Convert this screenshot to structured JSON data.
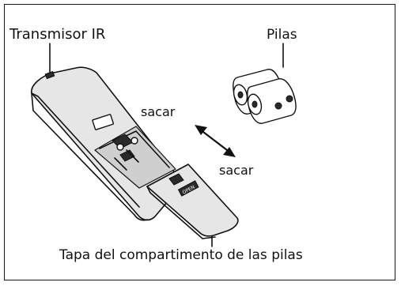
{
  "labels": {
    "ir_transmitter": "Transmisor IR",
    "batteries": "Pilas",
    "remove_top": "sacar",
    "remove_bottom": "sacar",
    "battery_cover": "Tapa del compartimento de las pilas",
    "cover_tab": "OPEN"
  }
}
